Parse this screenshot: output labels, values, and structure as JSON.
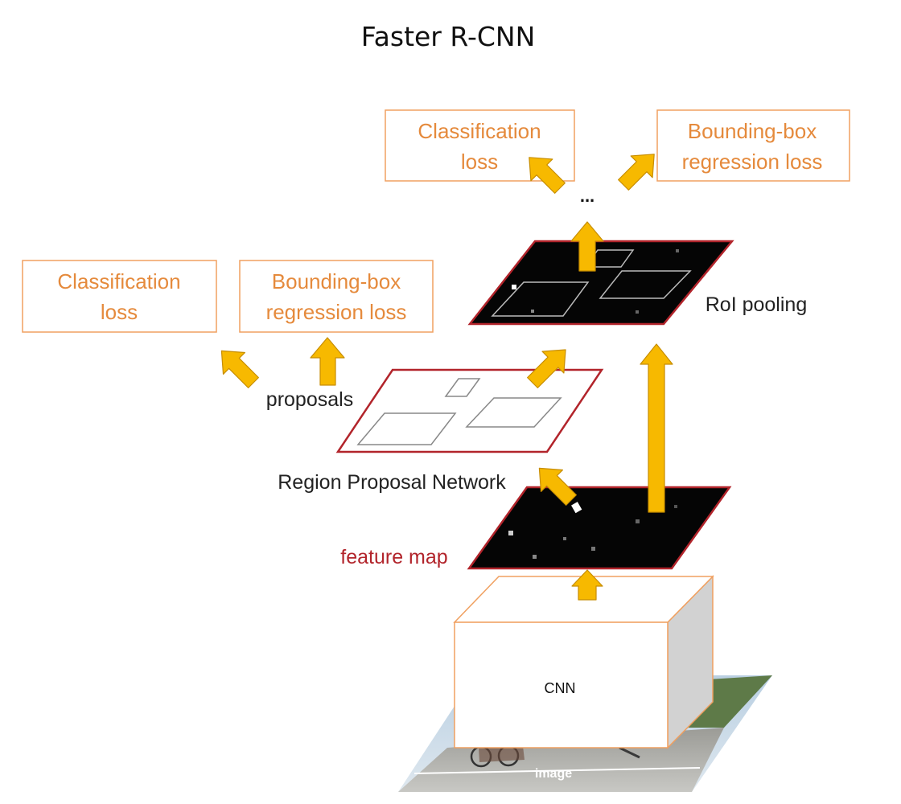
{
  "title": "Faster R-CNN",
  "top_classification_loss": [
    "Classification",
    "loss"
  ],
  "top_bbox_regression_loss": [
    "Bounding-box",
    "regression loss"
  ],
  "left_classification_loss": [
    "Classification",
    "loss"
  ],
  "left_bbox_regression_loss": [
    "Bounding-box",
    "regression loss"
  ],
  "ellipsis": "...",
  "roi_pooling_label": "RoI pooling",
  "proposals_label": "proposals",
  "rpn_label": "Region Proposal Network",
  "feature_map_label": "feature map",
  "cnn_label": "CNN",
  "image_label": "image",
  "colors": {
    "loss_box_border": "#f0a060",
    "loss_text": "#e58a3c",
    "arrow_fill": "#f7b900",
    "arrow_stroke": "#c78d00",
    "plane_border": "#b2242b",
    "feature_map_label": "#b2242b",
    "cnn_box_border": "#f0a060",
    "cnn_side": "#d2d2d2"
  }
}
